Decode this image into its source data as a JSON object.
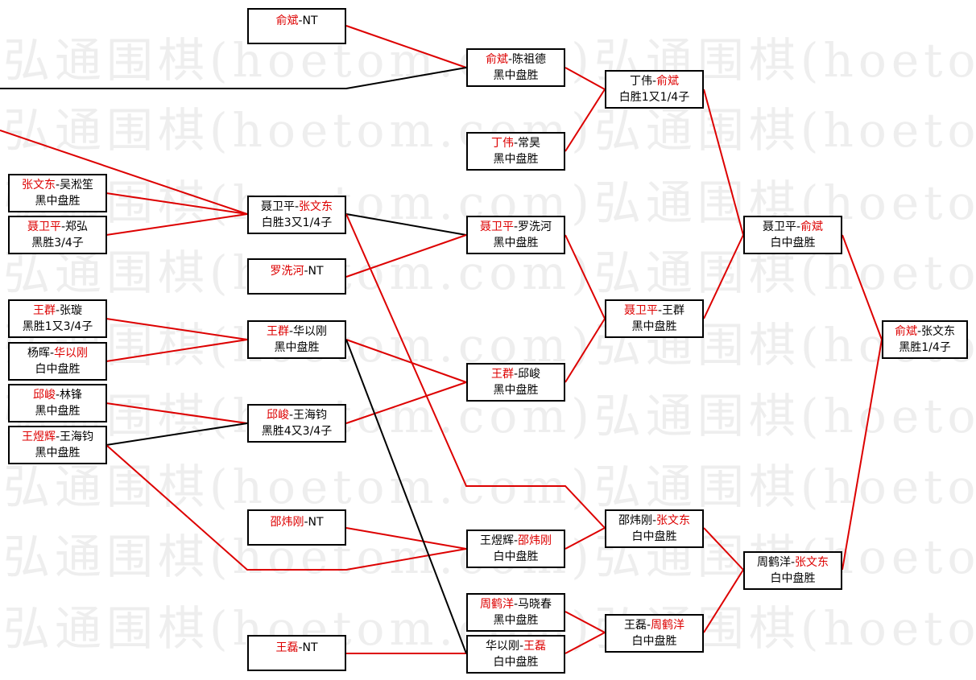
{
  "watermark": "弘通围棋(hoetom.com)",
  "colors": {
    "winner": "#dd0000",
    "loser_line": "#000000",
    "box_border": "#000000"
  },
  "matches": [
    {
      "id": "r1a",
      "p1": "张文东",
      "p2": "吴淞笙",
      "winner": 1,
      "result": "黑中盘胜"
    },
    {
      "id": "r1b",
      "p1": "聂卫平",
      "p2": "郑弘",
      "winner": 1,
      "result": "黑胜3/4子"
    },
    {
      "id": "r1c",
      "p1": "王群",
      "p2": "张璇",
      "winner": 1,
      "result": "黑胜1又3/4子"
    },
    {
      "id": "r1d",
      "p1": "杨晖",
      "p2": "华以刚",
      "winner": 2,
      "result": "白中盘胜"
    },
    {
      "id": "r1e",
      "p1": "邱峻",
      "p2": "林锋",
      "winner": 1,
      "result": "黑中盘胜"
    },
    {
      "id": "r1f",
      "p1": "王煜辉",
      "p2": "王海钧",
      "winner": 1,
      "result": "黑中盘胜"
    },
    {
      "id": "r2a",
      "p1": "俞斌",
      "p2": "NT",
      "winner": 1,
      "result": ""
    },
    {
      "id": "r2b",
      "p1": "聂卫平",
      "p2": "张文东",
      "winner": 2,
      "result": "白胜3又1/4子"
    },
    {
      "id": "r2c",
      "p1": "罗洗河",
      "p2": "NT",
      "winner": 1,
      "result": ""
    },
    {
      "id": "r2d",
      "p1": "王群",
      "p2": "华以刚",
      "winner": 1,
      "result": "黑中盘胜"
    },
    {
      "id": "r2e",
      "p1": "邱峻",
      "p2": "王海钧",
      "winner": 1,
      "result": "黑胜4又3/4子"
    },
    {
      "id": "r2f",
      "p1": "邵炜刚",
      "p2": "NT",
      "winner": 1,
      "result": ""
    },
    {
      "id": "r2g",
      "p1": "王磊",
      "p2": "NT",
      "winner": 1,
      "result": ""
    },
    {
      "id": "r3a",
      "p1": "俞斌",
      "p2": "陈祖德",
      "winner": 1,
      "result": "黑中盘胜"
    },
    {
      "id": "r3b",
      "p1": "丁伟",
      "p2": "常昊",
      "winner": 1,
      "result": "黑中盘胜"
    },
    {
      "id": "r3c",
      "p1": "聂卫平",
      "p2": "罗洗河",
      "winner": 1,
      "result": "黑中盘胜"
    },
    {
      "id": "r3d",
      "p1": "王群",
      "p2": "邱峻",
      "winner": 1,
      "result": "黑中盘胜"
    },
    {
      "id": "r3e",
      "p1": "王煜辉",
      "p2": "邵炜刚",
      "winner": 2,
      "result": "白中盘胜"
    },
    {
      "id": "r3f",
      "p1": "周鹤洋",
      "p2": "马晓春",
      "winner": 1,
      "result": "黑中盘胜"
    },
    {
      "id": "r3g",
      "p1": "华以刚",
      "p2": "王磊",
      "winner": 2,
      "result": "白中盘胜"
    },
    {
      "id": "r4a",
      "p1": "丁伟",
      "p2": "俞斌",
      "winner": 2,
      "result": "白胜1又1/4子"
    },
    {
      "id": "r4b",
      "p1": "聂卫平",
      "p2": "王群",
      "winner": 1,
      "result": "黑中盘胜"
    },
    {
      "id": "r4c",
      "p1": "邵炜刚",
      "p2": "张文东",
      "winner": 2,
      "result": "白中盘胜"
    },
    {
      "id": "r4d",
      "p1": "王磊",
      "p2": "周鹤洋",
      "winner": 2,
      "result": "白中盘胜"
    },
    {
      "id": "r5a",
      "p1": "聂卫平",
      "p2": "俞斌",
      "winner": 2,
      "result": "白中盘胜"
    },
    {
      "id": "r5b",
      "p1": "周鹤洋",
      "p2": "张文东",
      "winner": 2,
      "result": "白中盘胜"
    },
    {
      "id": "final",
      "p1": "俞斌",
      "p2": "张文东",
      "winner": 1,
      "result": "黑胜1/4子"
    }
  ]
}
